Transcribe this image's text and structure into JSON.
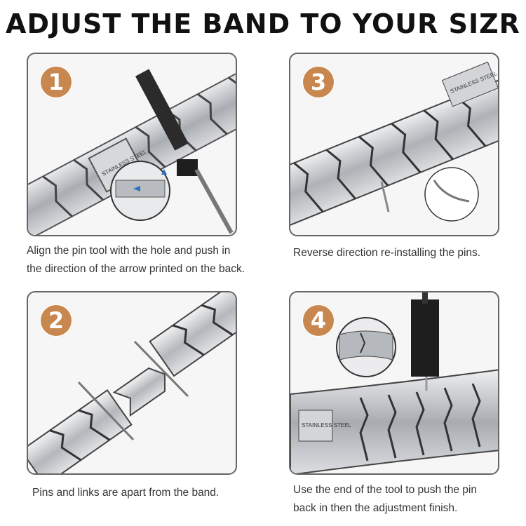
{
  "title": "ADJUST THE BAND TO YOUR SIZR",
  "steps": [
    {
      "number": "1",
      "caption_line1": "Align the pin tool with the hole and push in",
      "caption_line2": "the direction of the arrow printed on the back.",
      "engraving": "STAINLESS STEEL"
    },
    {
      "number": "2",
      "caption_line1": "Pins and links are apart from the band.",
      "caption_line2": "",
      "engraving": ""
    },
    {
      "number": "3",
      "caption_line1": "Reverse direction re-installing the pins.",
      "caption_line2": "",
      "engraving": "STAINLESS STEEL"
    },
    {
      "number": "4",
      "caption_line1": "Use the end of the tool to push the pin",
      "caption_line2": "back in then the adjustment finish.",
      "engraving": "STAINLESS STEEL"
    }
  ],
  "colors": {
    "badge": "#c8874e",
    "steel": "#b9bcc0",
    "border": "#666666"
  }
}
